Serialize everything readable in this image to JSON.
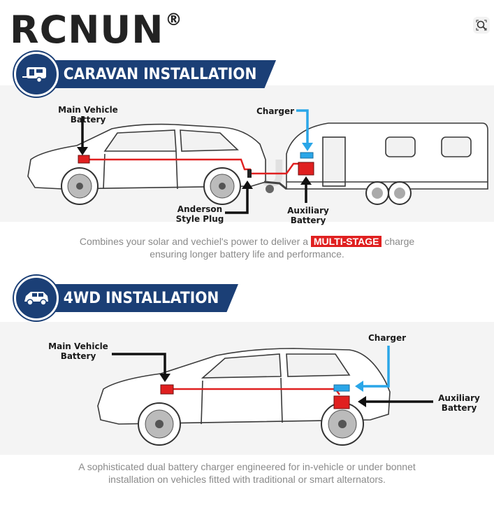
{
  "brand": {
    "name": "RCNUN",
    "mark": "®"
  },
  "watermark": "RCNUN",
  "colors": {
    "navy": "#1b3f76",
    "red": "#e02020",
    "blue": "#2aa6e8",
    "wire": "#e02020"
  },
  "caravan": {
    "heading": "CARAVAN INSTALLATION",
    "icon": "caravan-icon",
    "labels": {
      "main_battery": "Main Vehicle Battery",
      "charger": "Charger",
      "anderson_1": "Anderson",
      "anderson_2": "Style Plug",
      "aux_1": "Auxiliary",
      "aux_2": "Battery"
    },
    "caption": {
      "line1_before": "Combines your solar and vechiel's power to deliver a",
      "highlight": "MULTI-STAGE",
      "line1_after": "charge",
      "line2": "ensuring longer battery life and performance."
    }
  },
  "fourwd": {
    "heading": "4WD INSTALLATION",
    "icon": "suv-icon",
    "labels": {
      "main_1": "Main Vehicle",
      "main_2": "Battery",
      "charger": "Charger",
      "aux_1": "Auxiliary",
      "aux_2": "Battery"
    },
    "caption": {
      "line1": "A sophisticated dual battery charger engineered for in-vehicle or under bonnet",
      "line2": "installation on vehicles fitted with traditional or smart alternators."
    }
  }
}
